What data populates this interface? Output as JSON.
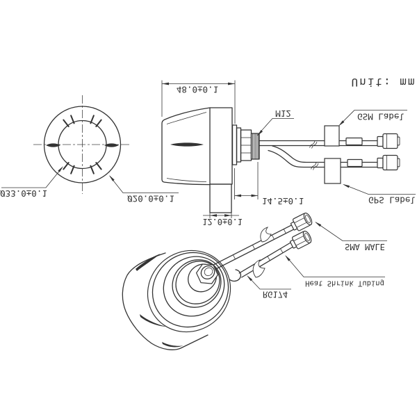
{
  "drawing": {
    "unit_note": "Unit: mm",
    "orientation_note": "vertically-mirrored-technical-drawing",
    "top_view": {
      "outer_dia_label": "Ø33.0±0.1",
      "inner_dia_label": "Ø20.0±0.1"
    },
    "side_view": {
      "length_dim": "48.0±0.1",
      "thread_label": "M12",
      "stud_dim": "14.5±0.1",
      "base_dim": "12.0±0.1"
    },
    "cables": {
      "gsm_label": "GSM Label",
      "gps_label": "GPS Label"
    },
    "perspective": {
      "connector_label": "SMA MALE",
      "tubing_label": "Heat Shrink Tubing",
      "cable_label": "RG174"
    },
    "colors": {
      "line": "#333333",
      "background": "#ffffff"
    }
  }
}
